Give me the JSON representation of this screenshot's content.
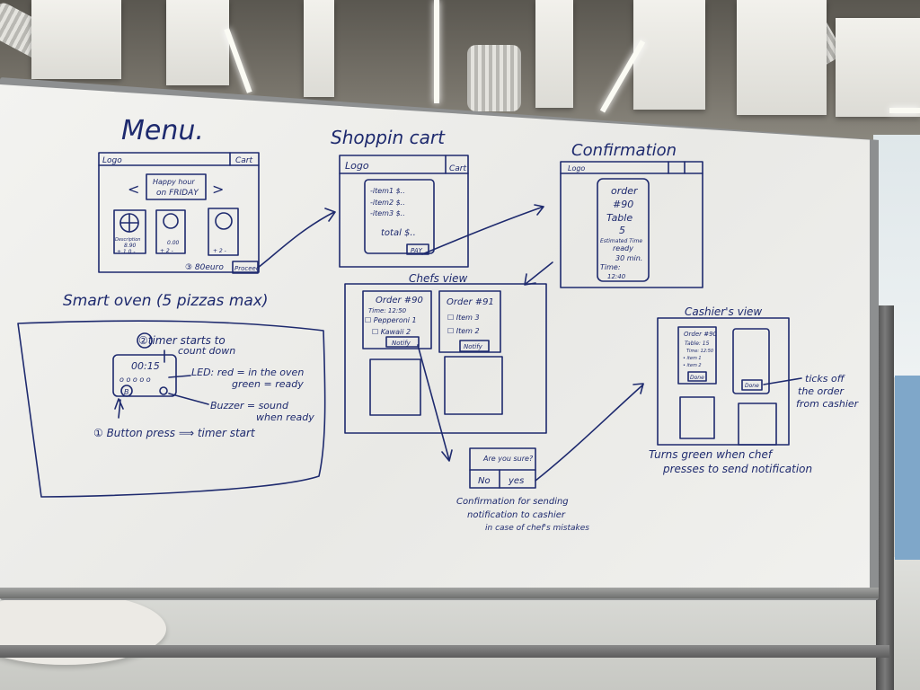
{
  "scene": {
    "board_color": "#eeeeeb",
    "ink_color": "#1e2a6e"
  },
  "board": {
    "menu": {
      "title": "Menu.",
      "logo": "Logo",
      "cart": "Cart",
      "banner_line1": "Happy hour",
      "banner_line2": "on FRIDAY",
      "nav_prev": "<",
      "nav_next": ">",
      "item1_caption": "Description",
      "item1_price": "8.90",
      "item1_qty": "+ 1 0 -",
      "item2_price": "0.00",
      "item2_qty": "+ 2 -",
      "item3_qty": "+ 2 -",
      "total": "③ 80euro",
      "proceed_button": "Proceed"
    },
    "cart": {
      "title": "Shoppin cart",
      "logo": "Logo",
      "cart": "Cart",
      "line1": "-item1  $..",
      "line2": "-item2  $..",
      "line3": "-item3  $..",
      "total": "total $..",
      "pay_button": "PAY"
    },
    "confirmation": {
      "title": "Confirmation",
      "logo": "Logo",
      "order_label": "order",
      "order_number": "#90",
      "table_label": "Table",
      "table_number": "5",
      "estimated_line1": "Estimated Time",
      "estimated_line2": "ready",
      "estimated_line3": "30 min.",
      "time_label": "Time:",
      "time_value": "12:40"
    },
    "oven": {
      "title": "Smart oven (5 pizzas max)",
      "step2": "②timer starts to",
      "step2b": "count down",
      "timer_display": "00:15",
      "leds": "o o o o o",
      "led_note1": "LED: red = in the oven",
      "led_note2": "green = ready",
      "button_label": "B",
      "buzzer_note1": "Buzzer = sound",
      "buzzer_note2": "when ready",
      "step1": "① Button press ⟹ timer start"
    },
    "chef": {
      "title": "Chefs view",
      "order1_title": "Order #90",
      "order1_time": "Time: 12:50",
      "order1_item1": "☐ Pepperoni 1",
      "order1_item2": "☐ Kawaii 2",
      "order1_button": "Notify",
      "order2_title": "Order #91",
      "order2_item1": "☐ Item   3",
      "order2_item2": "☐ Item   2",
      "order2_button": "Notify"
    },
    "dialog": {
      "question": "Are you sure?",
      "no_button": "No",
      "yes_button": "yes",
      "caption1": "Confirmation for sending",
      "caption2": "notification to cashier",
      "caption3": "in case of chef's mistakes"
    },
    "cashier": {
      "title": "Cashier's view",
      "card_title": "Order #90",
      "card_table": "Table: 15",
      "card_time": "Time: 12:50",
      "card_item1": "• item 1",
      "card_item2": "• item 2",
      "done_button": "Done",
      "done_button2": "Done",
      "note1": "ticks off",
      "note2": "the order",
      "note3": "from cashier",
      "green_note1": "Turns green when chef",
      "green_note2": "presses to send notification"
    }
  }
}
